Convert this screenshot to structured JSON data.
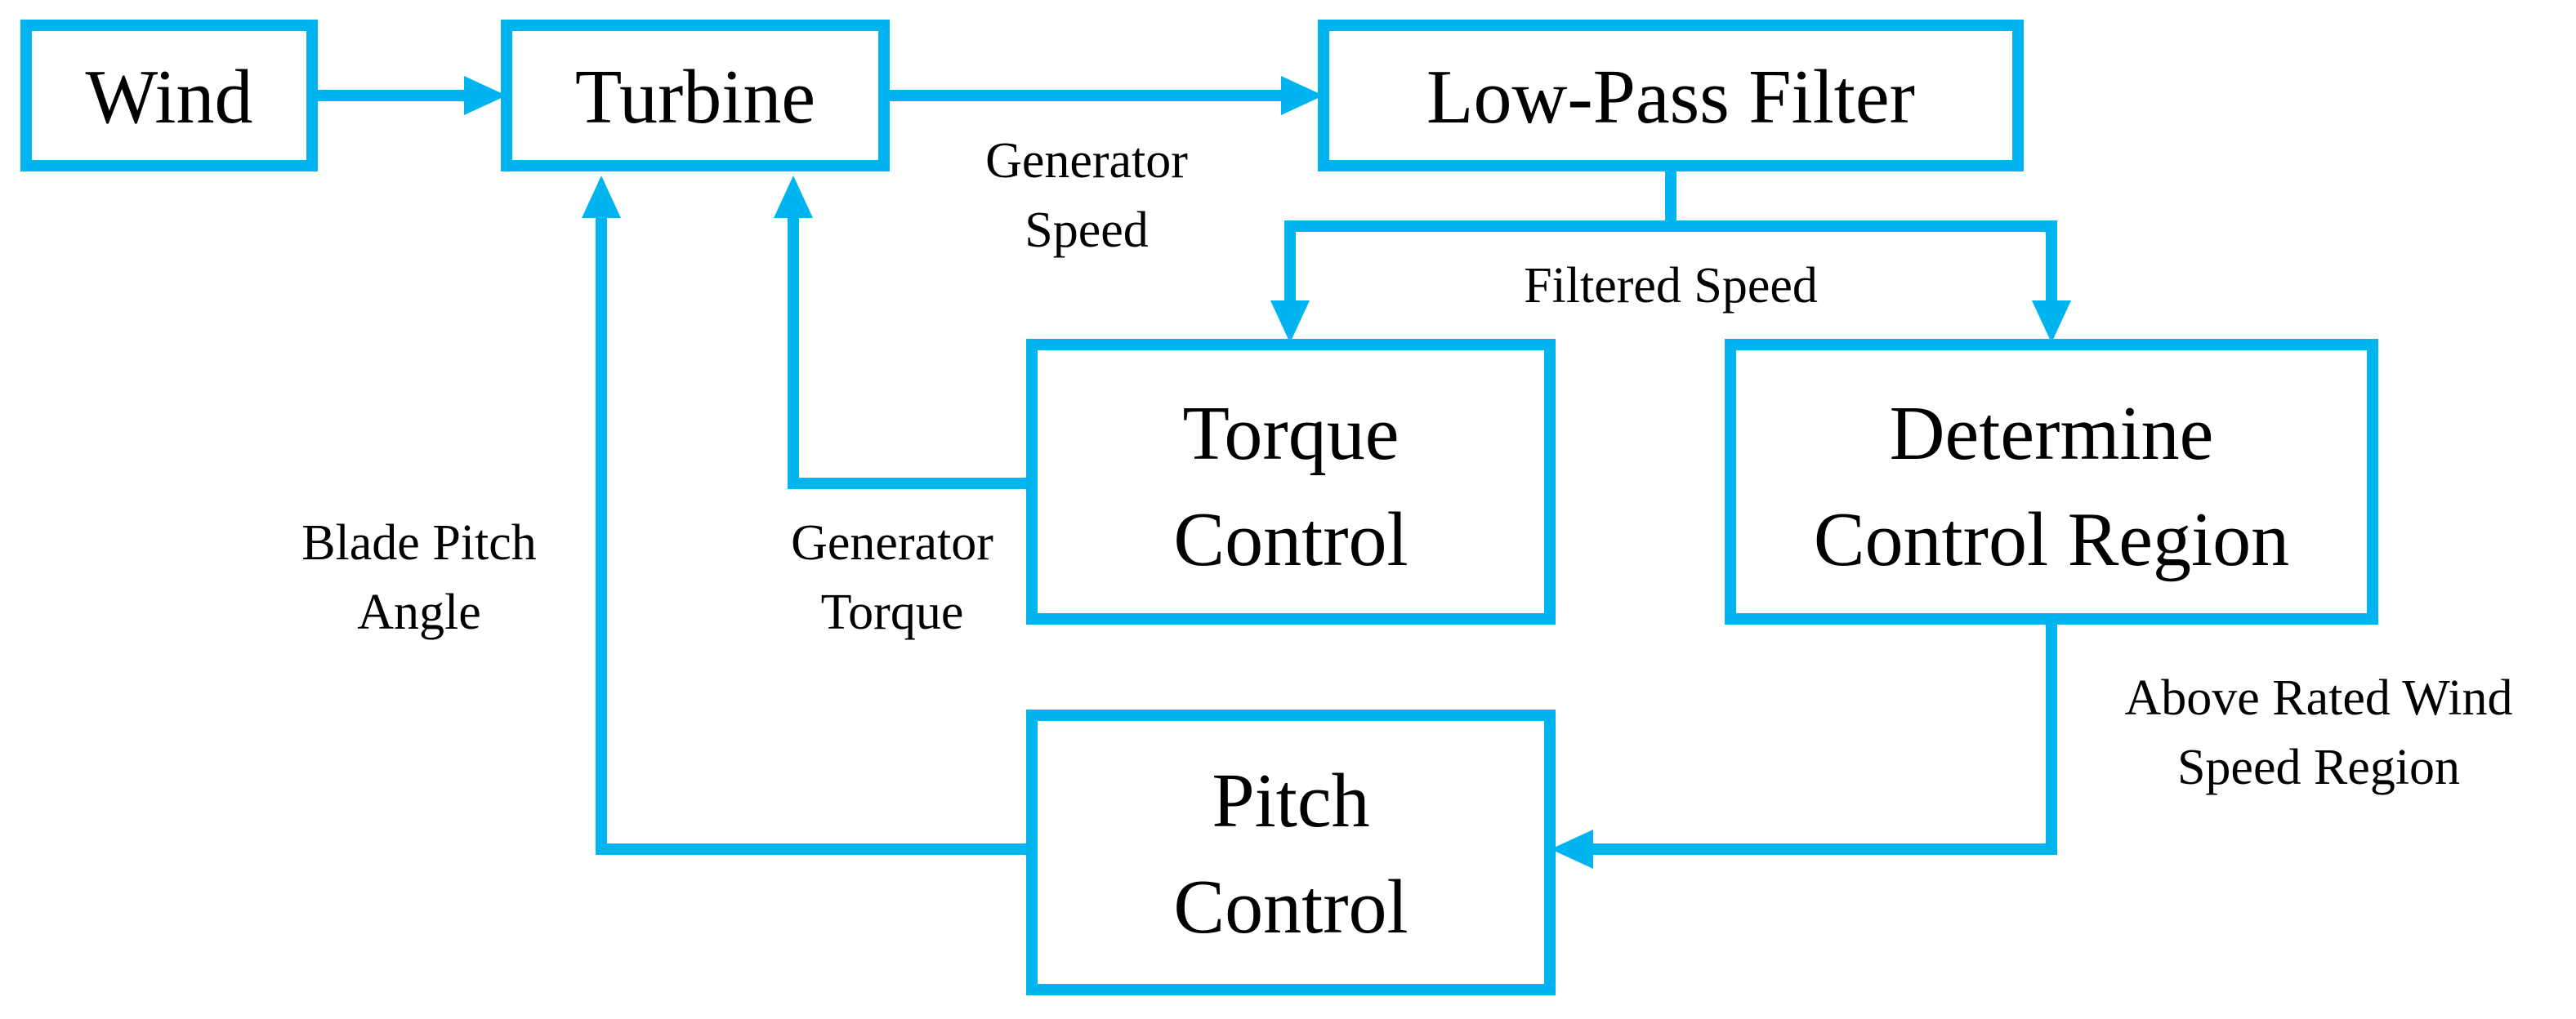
{
  "colors": {
    "accent": "#00b4f0",
    "text": "#000000",
    "background": "#ffffff"
  },
  "nodes": {
    "wind": {
      "label": "Wind"
    },
    "turbine": {
      "label": "Turbine"
    },
    "low_pass_filter": {
      "label": "Low-Pass Filter"
    },
    "torque_control": {
      "line1": "Torque",
      "line2": "Control"
    },
    "determine_control_region": {
      "line1": "Determine",
      "line2": "Control Region"
    },
    "pitch_control": {
      "line1": "Pitch",
      "line2": "Control"
    }
  },
  "edge_labels": {
    "generator_speed": {
      "line1": "Generator",
      "line2": "Speed"
    },
    "filtered_speed": {
      "line1": "Filtered Speed"
    },
    "generator_torque": {
      "line1": "Generator",
      "line2": "Torque"
    },
    "blade_pitch_angle": {
      "line1": "Blade Pitch",
      "line2": "Angle"
    },
    "above_rated": {
      "line1": "Above Rated Wind",
      "line2": "Speed Region"
    }
  }
}
